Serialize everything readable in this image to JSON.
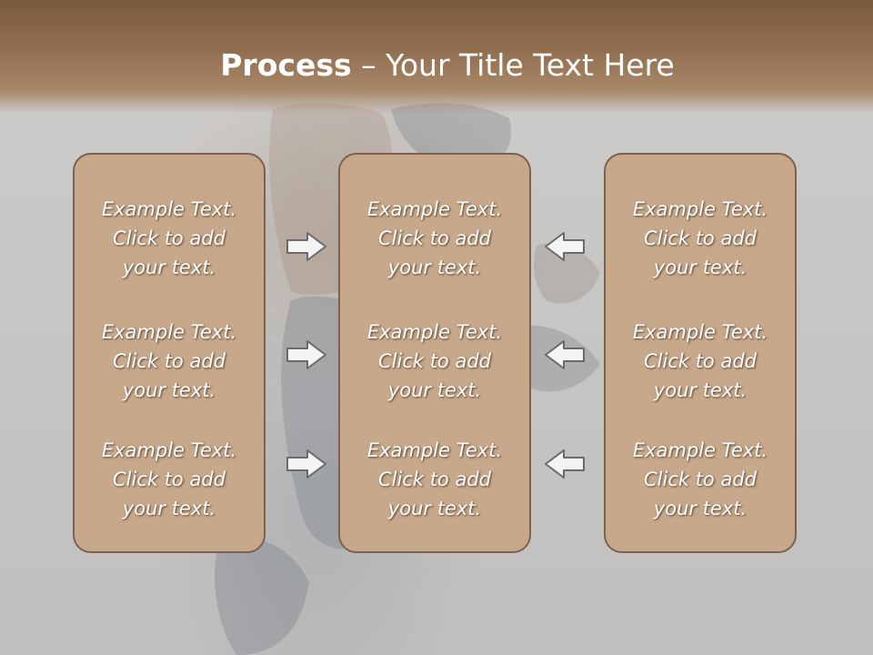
{
  "slide": {
    "title_bold": "Process",
    "title_dash": " – ",
    "title_rest": "Your Title Text Here"
  },
  "columns": [
    {
      "blocks": [
        {
          "line1": "Example Text.",
          "line2": "Click  to add",
          "line3": "your text."
        },
        {
          "line1": "Example Text.",
          "line2": "Click  to add",
          "line3": "your text."
        },
        {
          "line1": "Example Text.",
          "line2": "Click  to add",
          "line3": "your text."
        }
      ]
    },
    {
      "blocks": [
        {
          "line1": "Example Text.",
          "line2": "Click  to add",
          "line3": "your text."
        },
        {
          "line1": "Example Text.",
          "line2": "Click  to add",
          "line3": "your text."
        },
        {
          "line1": "Example Text.",
          "line2": "Click  to add",
          "line3": "your text."
        }
      ]
    },
    {
      "blocks": [
        {
          "line1": "Example Text.",
          "line2": "Click  to add",
          "line3": "your text."
        },
        {
          "line1": "Example Text.",
          "line2": "Click  to add",
          "line3": "your text."
        },
        {
          "line1": "Example Text.",
          "line2": "Click  to add",
          "line3": "your text."
        }
      ]
    }
  ],
  "arrows": {
    "left_group": "right-arrow-icon",
    "right_group": "left-arrow-icon"
  },
  "colors": {
    "header": "#8a6848",
    "panel_fill": "#c7a88a",
    "panel_border": "#7c6150",
    "text": "#ffffff"
  }
}
